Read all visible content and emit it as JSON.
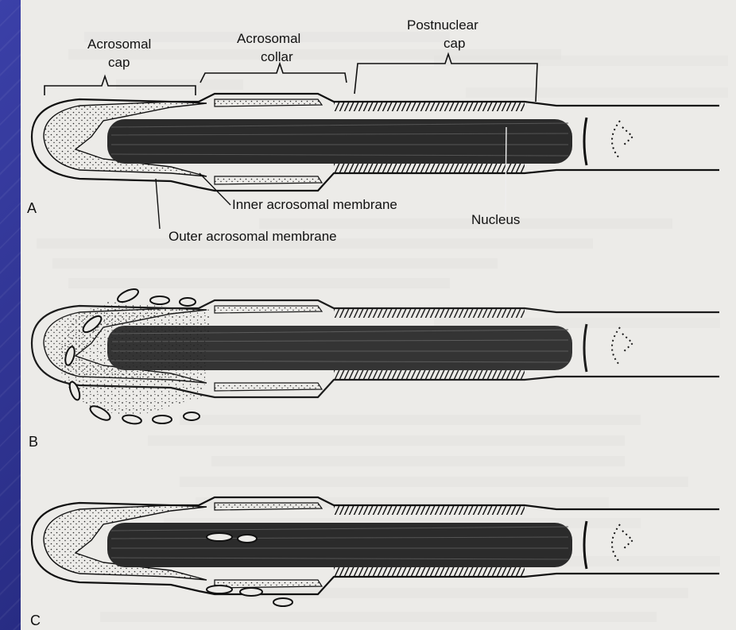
{
  "labels": {
    "acrosomal_cap": [
      "Acrosomal",
      "cap"
    ],
    "acrosomal_collar": [
      "Acrosomal",
      "collar"
    ],
    "postnuclear_cap": [
      "Postnuclear",
      "cap"
    ],
    "inner_membrane": "Inner acrosomal membrane",
    "outer_membrane": "Outer acrosomal membrane",
    "nucleus": "Nucleus"
  },
  "panels": [
    "A",
    "B",
    "C"
  ],
  "colors": {
    "slide_background": "#2a2f86",
    "page": "#ecebe8",
    "ink": "#111111",
    "nucleus_fill": "#2b2b2b"
  }
}
